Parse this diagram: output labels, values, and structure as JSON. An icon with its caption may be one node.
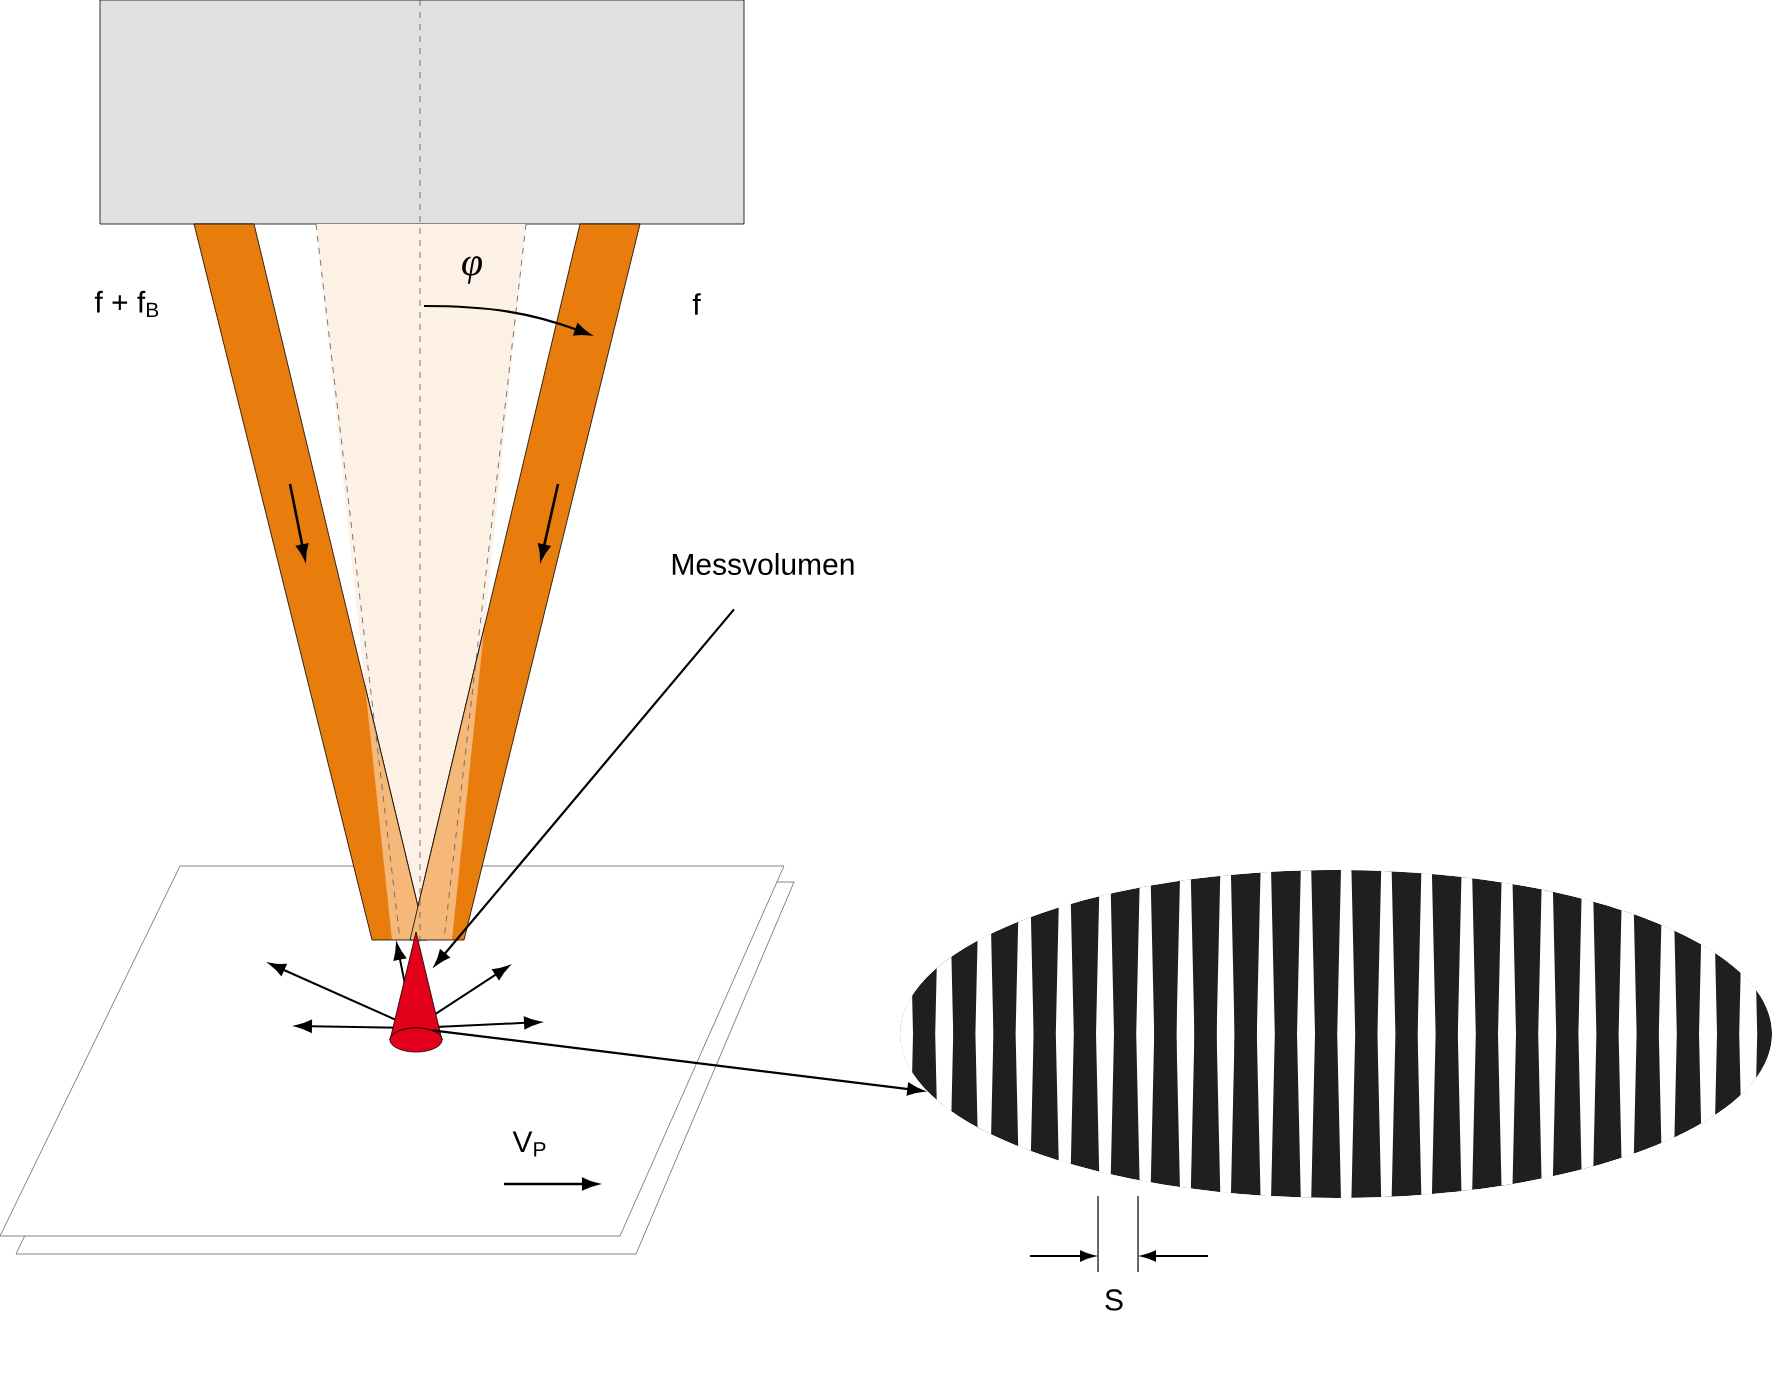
{
  "diagram": {
    "nodes": [
      {
        "text": [
          "Messvolumen"
        ]
      },
      {
        "text": [],
        "shape": "cone"
      },
      {
        "text": [],
        "shape": "ellipse"
      }
    ],
    "edges": [
      {
        "from": 0,
        "to": 1,
        "arrow": "to"
      },
      {
        "from": 1,
        "to": 2,
        "arrow": "to"
      }
    ],
    "labels": [
      "f + f$_{B}$",
      "f",
      "φ",
      "V$_{P}$",
      "S"
    ]
  }
}
